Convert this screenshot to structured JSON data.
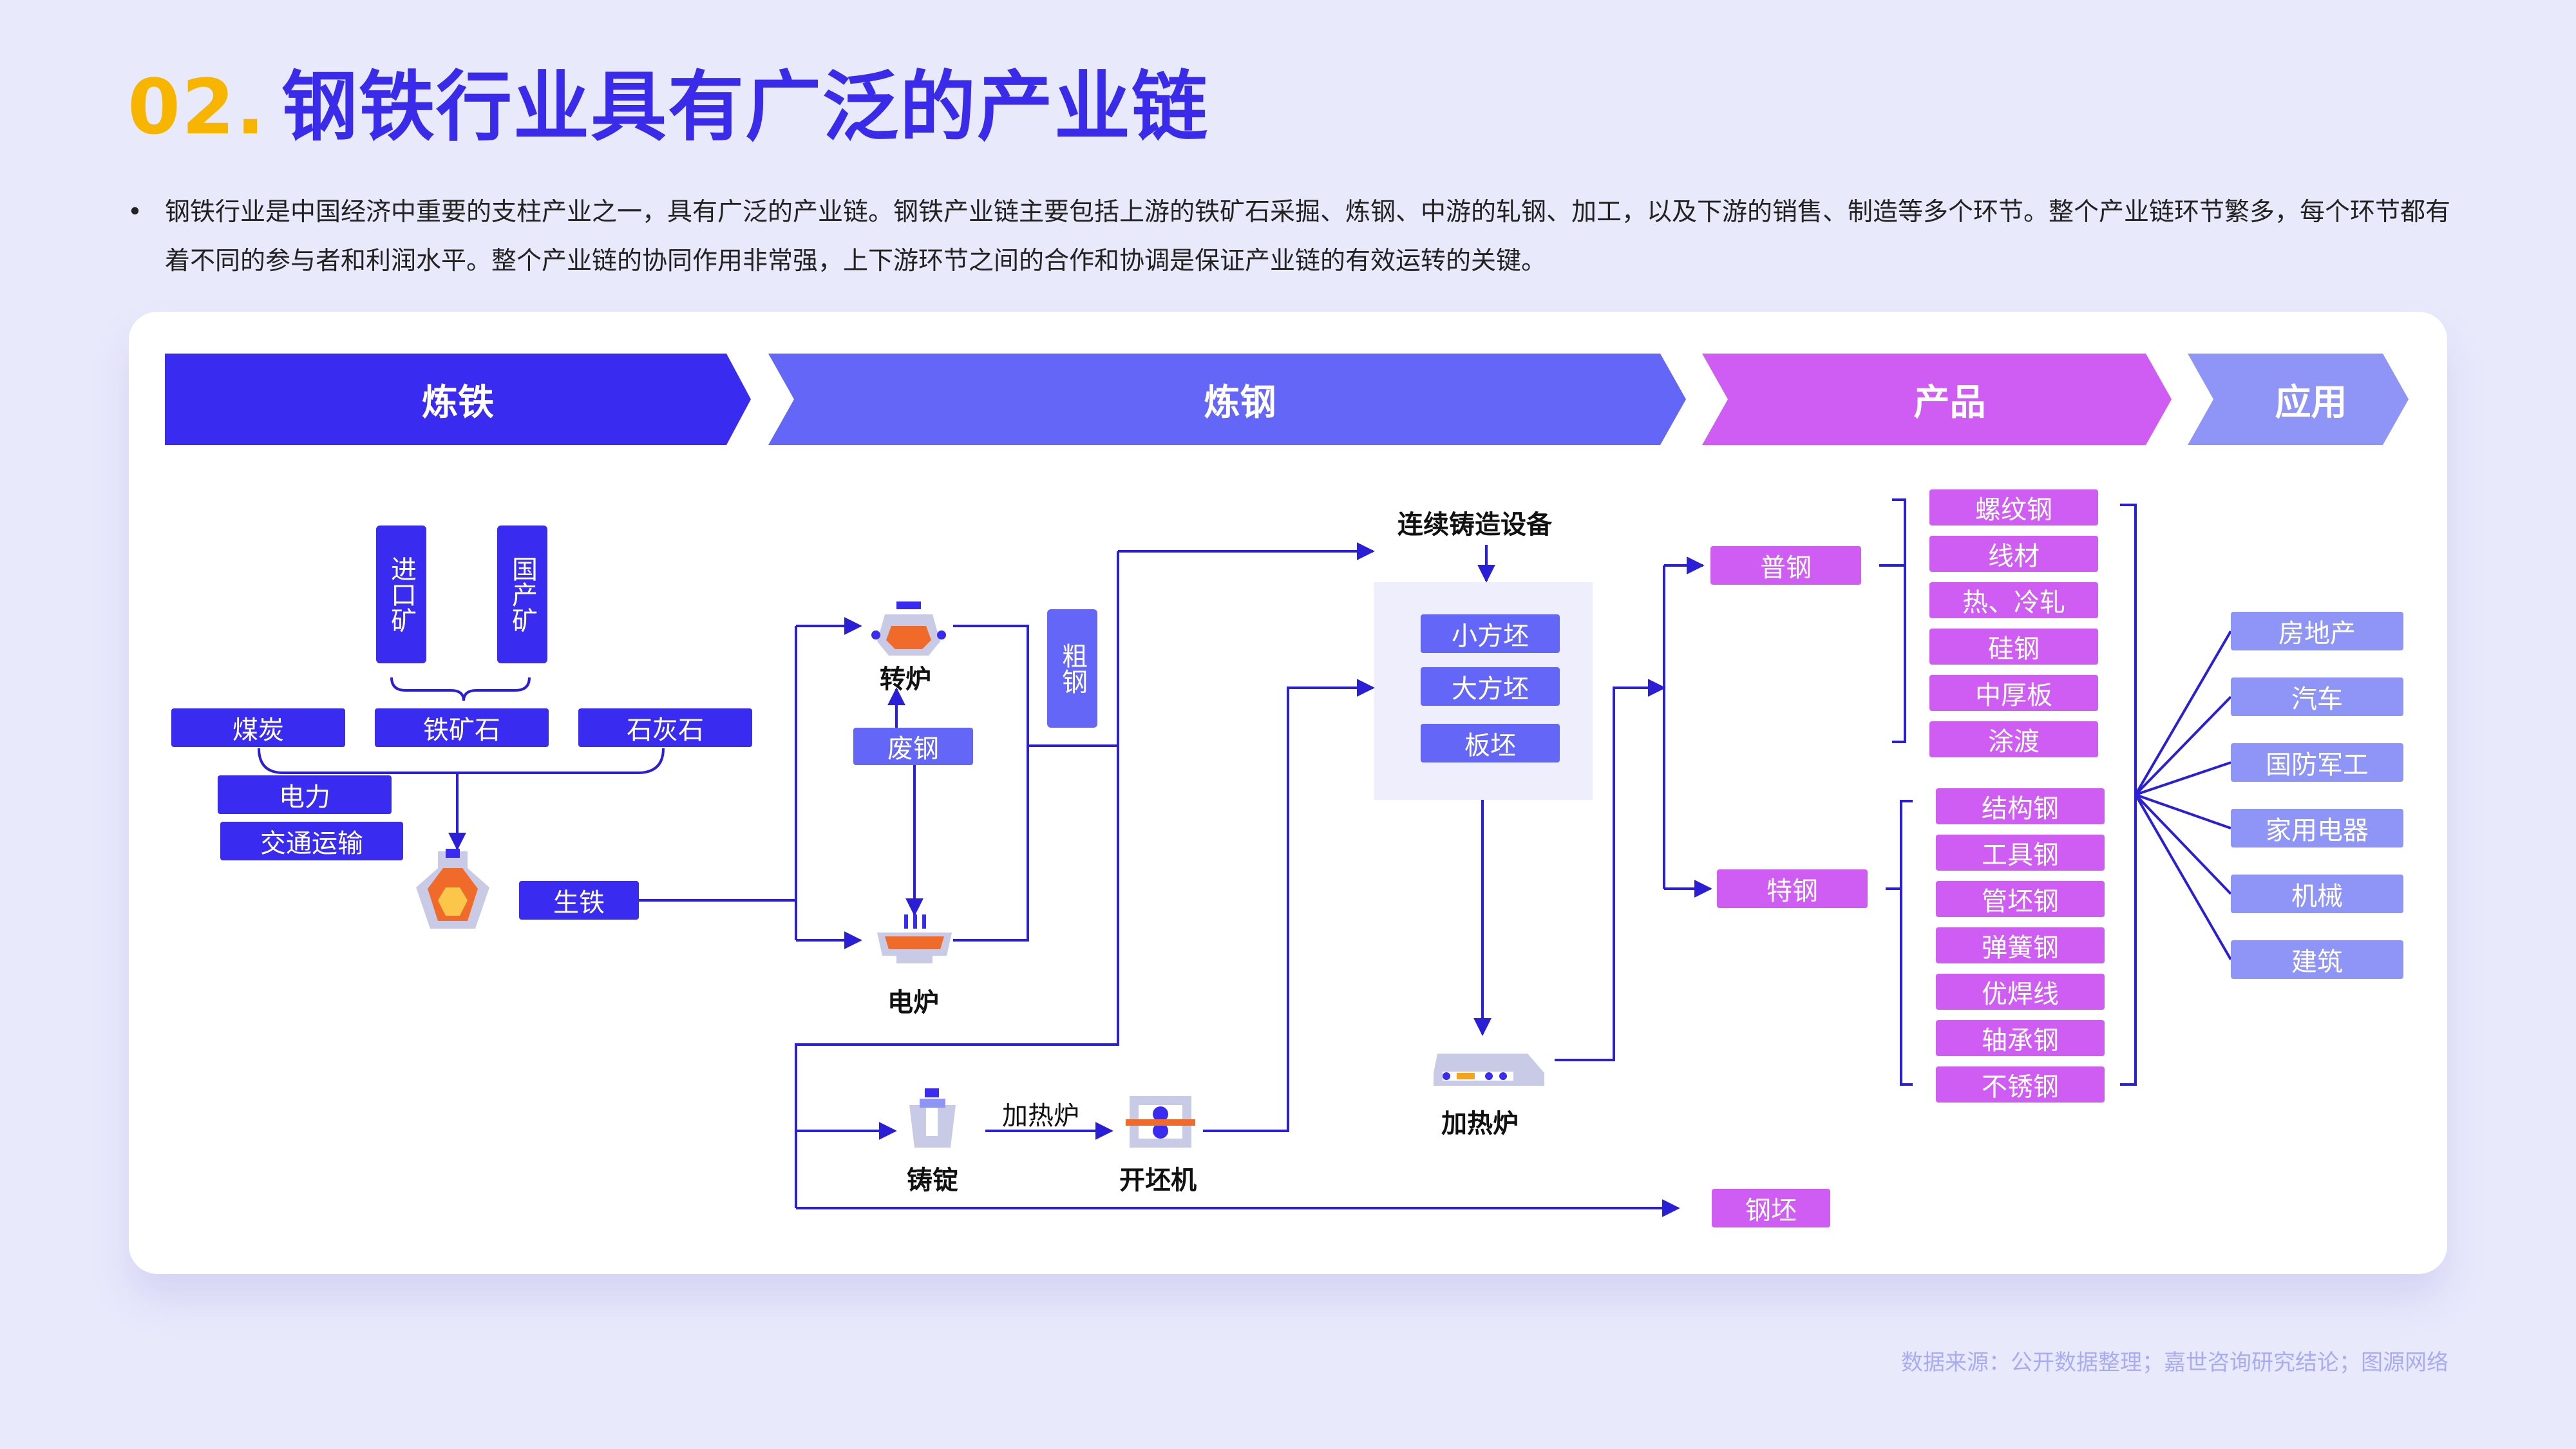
{
  "header": {
    "number": "02.",
    "title": "钢铁行业具有广泛的产业链"
  },
  "intro": {
    "bullet": "•",
    "text": "钢铁行业是中国经济中重要的支柱产业之一，具有广泛的产业链。钢铁产业链主要包括上游的铁矿石采掘、炼钢、中游的轧钢、加工，以及下游的销售、制造等多个环节。整个产业链环节繁多，每个环节都有着不同的参与者和利润水平。整个产业链的协同作用非常强，上下游环节之间的合作和协调是保证产业链的有效运转的关键。"
  },
  "stages": [
    "炼铁",
    "炼钢",
    "产品",
    "应用"
  ],
  "ironmaking": {
    "import_ore": "进口矿",
    "domestic_ore": "国产矿",
    "coal": "煤炭",
    "iron_ore": "铁矿石",
    "limestone": "石灰石",
    "power": "电力",
    "transport": "交通运输",
    "pig_iron": "生铁"
  },
  "steelmaking": {
    "converter": "转炉",
    "scrap": "废钢",
    "electric_furnace": "电炉",
    "crude_steel": "粗钢",
    "continuous_casting": "连续铸造设备",
    "billets": [
      "小方坯",
      "大方坯",
      "板坯"
    ],
    "ingot": "铸锭",
    "reheat_label": "加热炉",
    "blooming_mill": "开坯机",
    "reheating_furnace": "加热炉",
    "steel_billet": "钢坯"
  },
  "products": {
    "common_steel": "普钢",
    "special_steel": "特钢",
    "common_items": [
      "螺纹钢",
      "线材",
      "热、冷轧",
      "硅钢",
      "中厚板",
      "涂渡"
    ],
    "special_items": [
      "结构钢",
      "工具钢",
      "管坯钢",
      "弹簧钢",
      "优焊线",
      "轴承钢",
      "不锈钢"
    ]
  },
  "applications": [
    "房地产",
    "汽车",
    "国防军工",
    "家用电器",
    "机械",
    "建筑"
  ],
  "source": "数据来源：公开数据整理；嘉世咨询研究结论；图源网络",
  "colors": {
    "title_number": "#f7b500",
    "title_text": "#3a2bea",
    "ironmaking": "#3a2bf0",
    "steelmaking": "#6466f8",
    "products": "#cf5df3",
    "applications": "#8f95f7",
    "lines": "#2a1fd6"
  }
}
